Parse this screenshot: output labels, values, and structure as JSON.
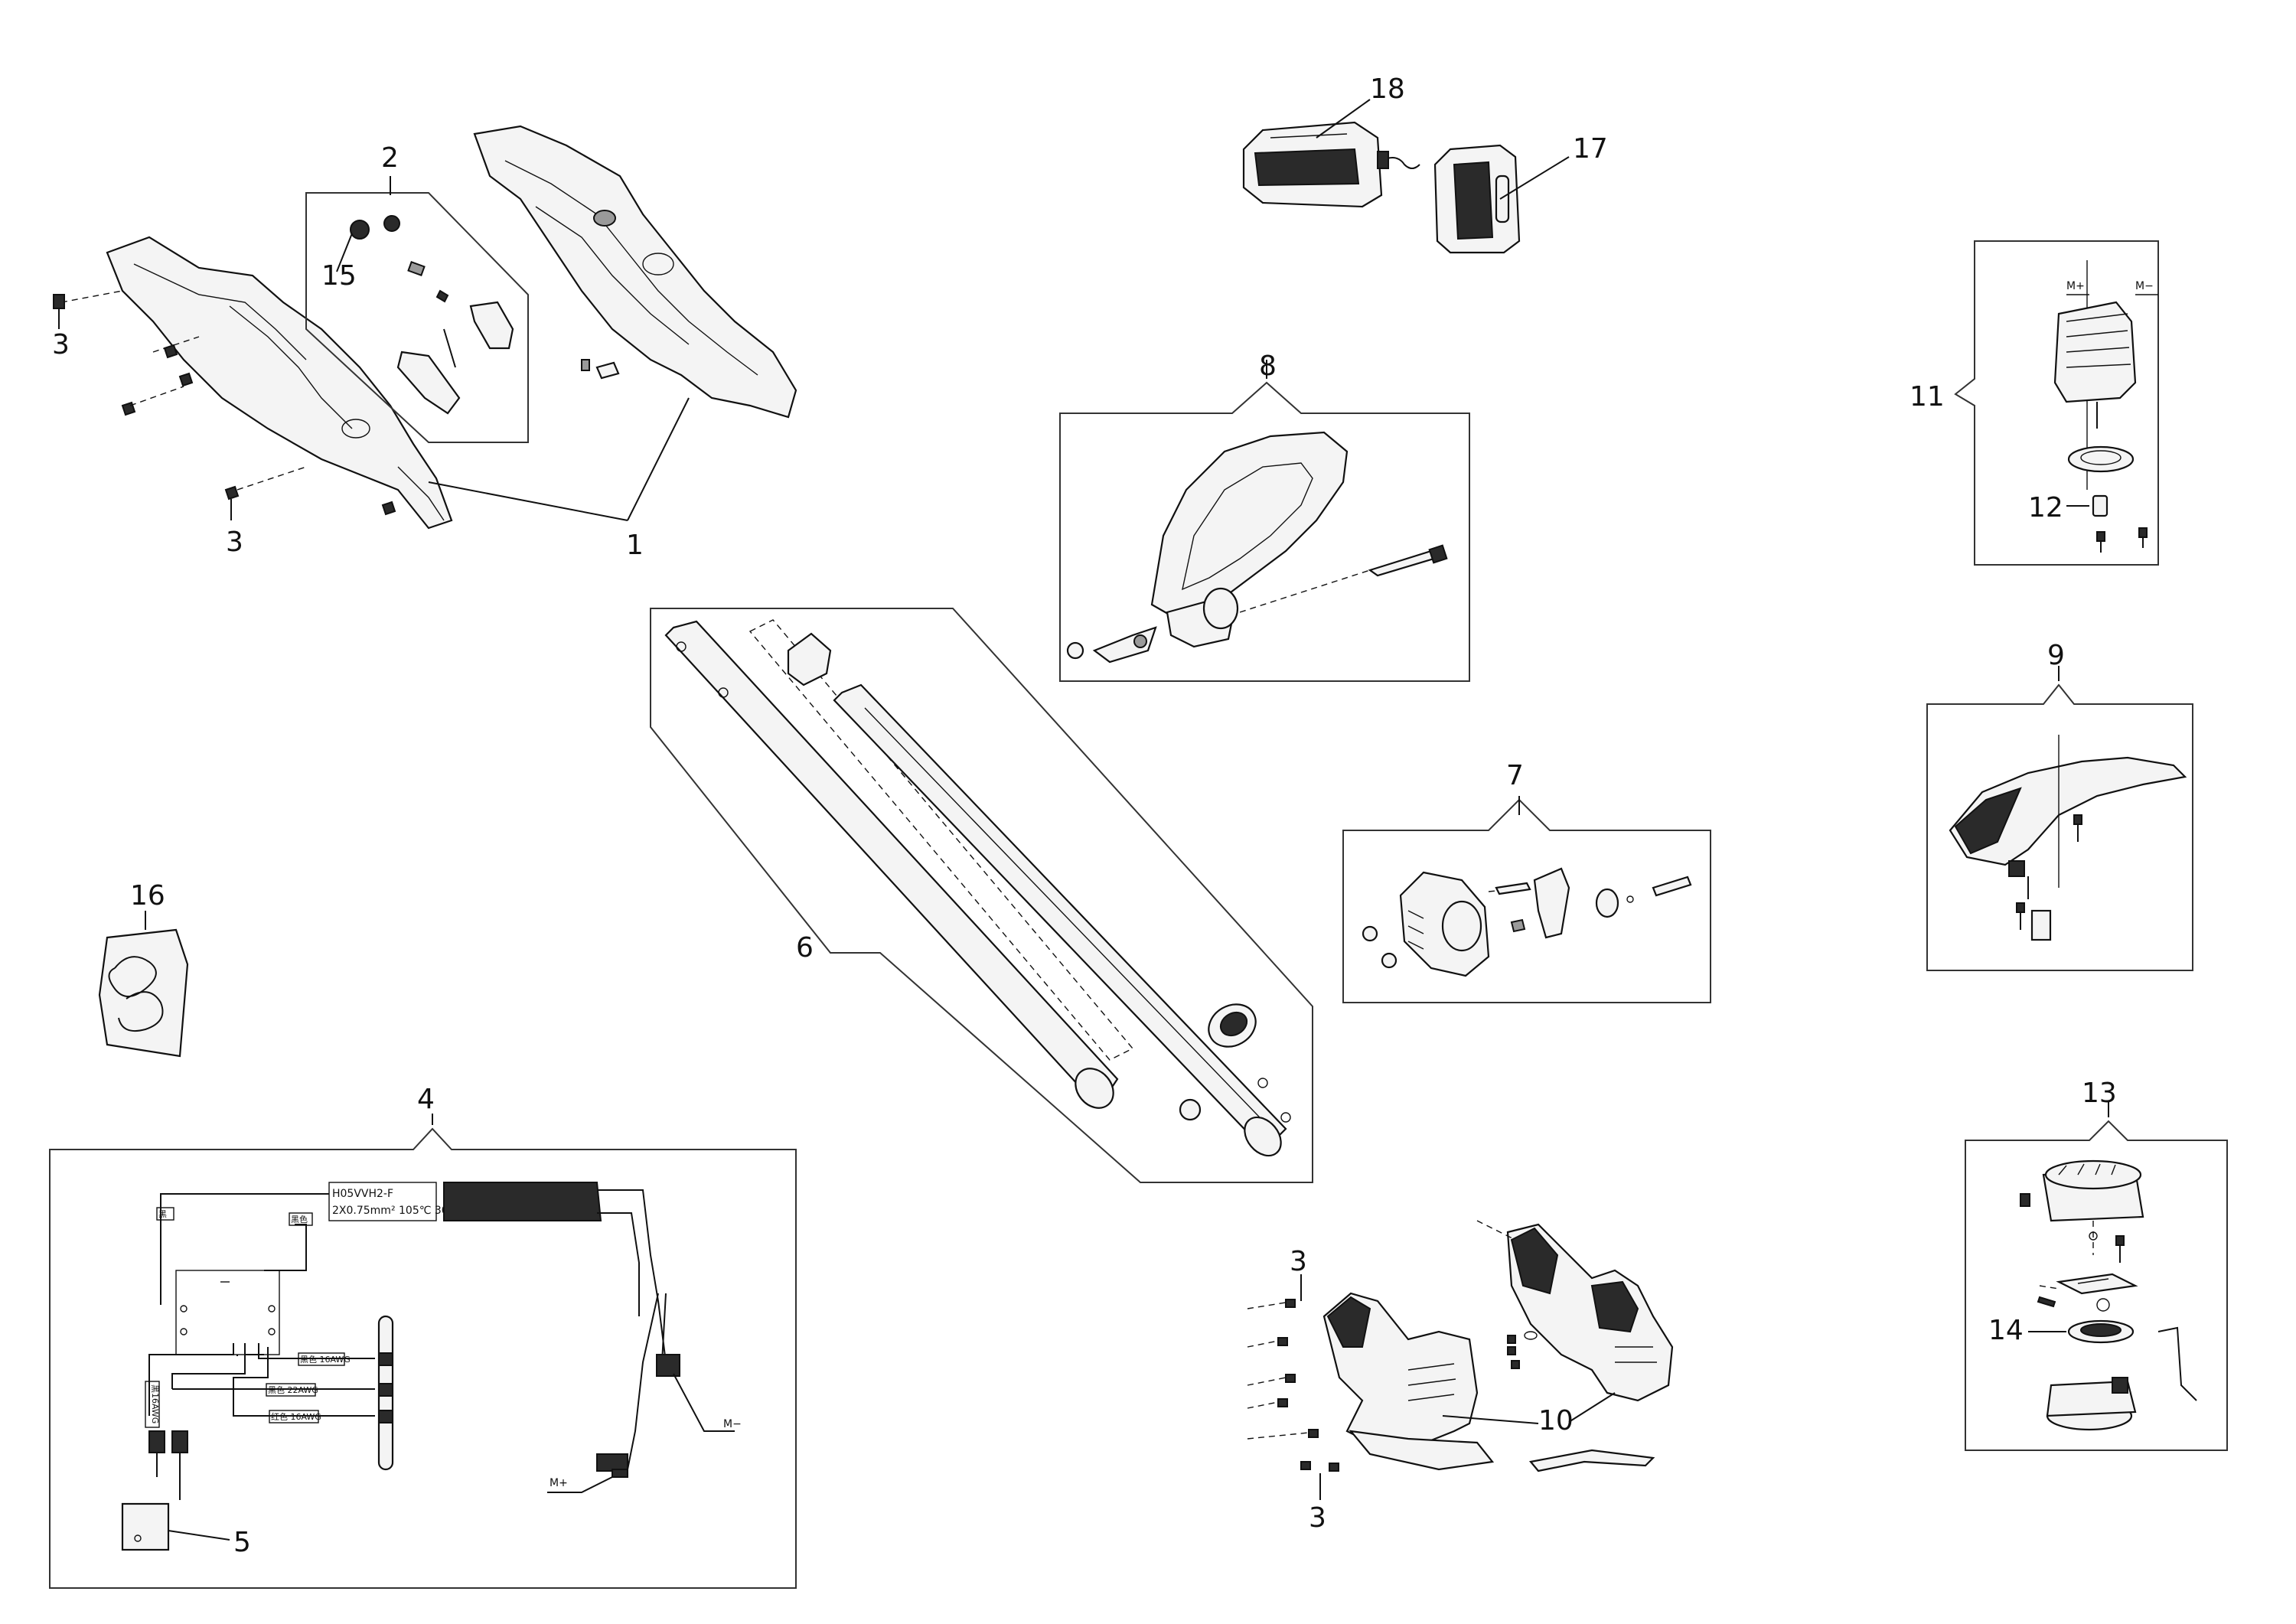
{
  "callouts": {
    "c1": "1",
    "c2": "2",
    "c3a": "3",
    "c3b": "3",
    "c3c": "3",
    "c3d": "3",
    "c4": "4",
    "c5": "5",
    "c6": "6",
    "c7": "7",
    "c8": "8",
    "c9": "9",
    "c10": "10",
    "c11": "11",
    "c12": "12",
    "c13": "13",
    "c14": "14",
    "c15": "15",
    "c16": "16",
    "c17": "17",
    "c18": "18"
  },
  "wiring": {
    "cable_spec_line1": "H05VVH2-F",
    "cable_spec_line2": "2X0.75mm² 105℃ 300V",
    "tag_top_left": "黑",
    "tag_top_right": "黑色",
    "tag_vertical": "黑16AWG",
    "wire1": "黑色 16AWG",
    "wire2": "黑色 22AWG",
    "wire3": "红色 16AWG",
    "m_plus": "M+",
    "m_minus": "M−"
  },
  "motor_box": {
    "m_plus": "M+",
    "m_minus": "M−"
  }
}
